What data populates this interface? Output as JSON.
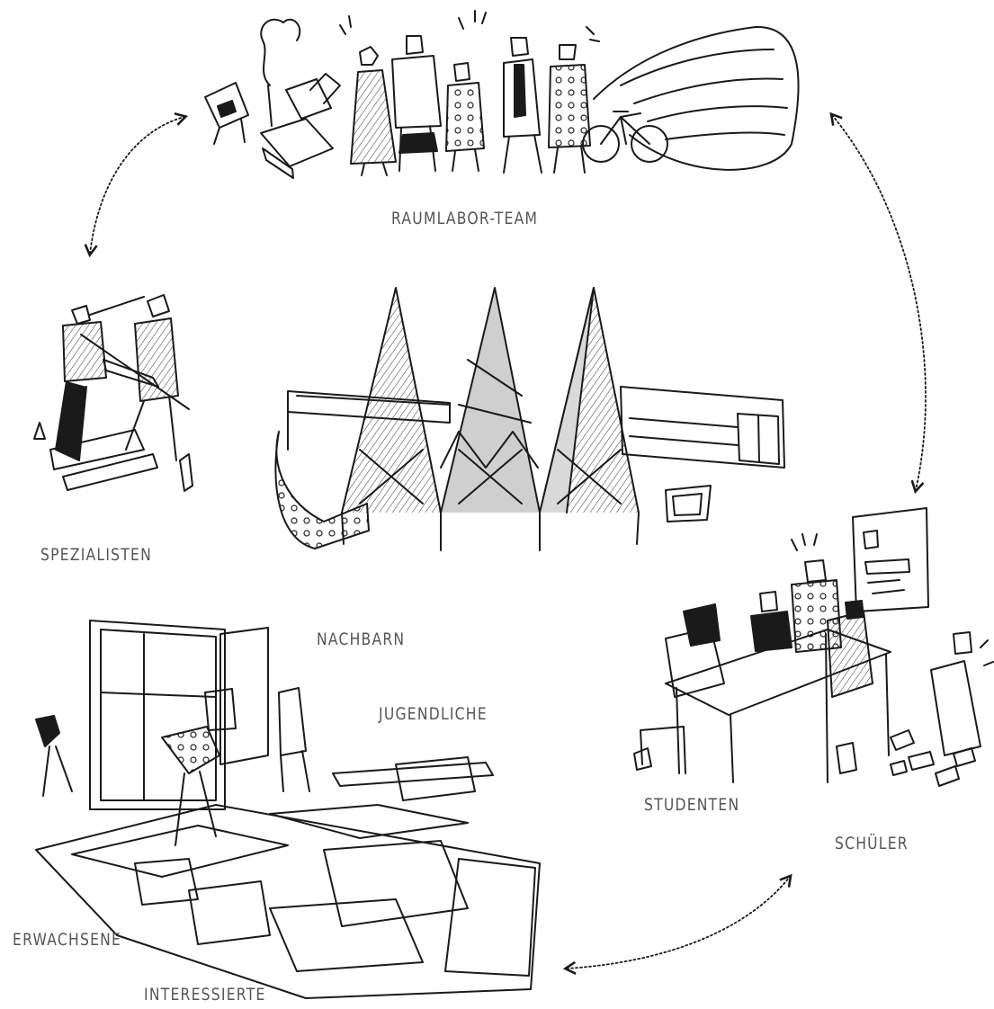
{
  "colors": {
    "ink": "#1a1a1a",
    "label": "#555555",
    "hatch": "#bdbdbd",
    "paper": "#ffffff"
  },
  "labels": {
    "raumlabor_team": "RAUMLABOR-TEAM",
    "spezialisten": "SPEZIALISTEN",
    "nachbarn": "NACHBARN",
    "jugendliche": "JUGENDLICHE",
    "studenten": "STUDENTEN",
    "schueler": "SCHÜLER",
    "erwachsene": "ERWACHSENE",
    "interessierte": "INTERESSIERTE"
  }
}
